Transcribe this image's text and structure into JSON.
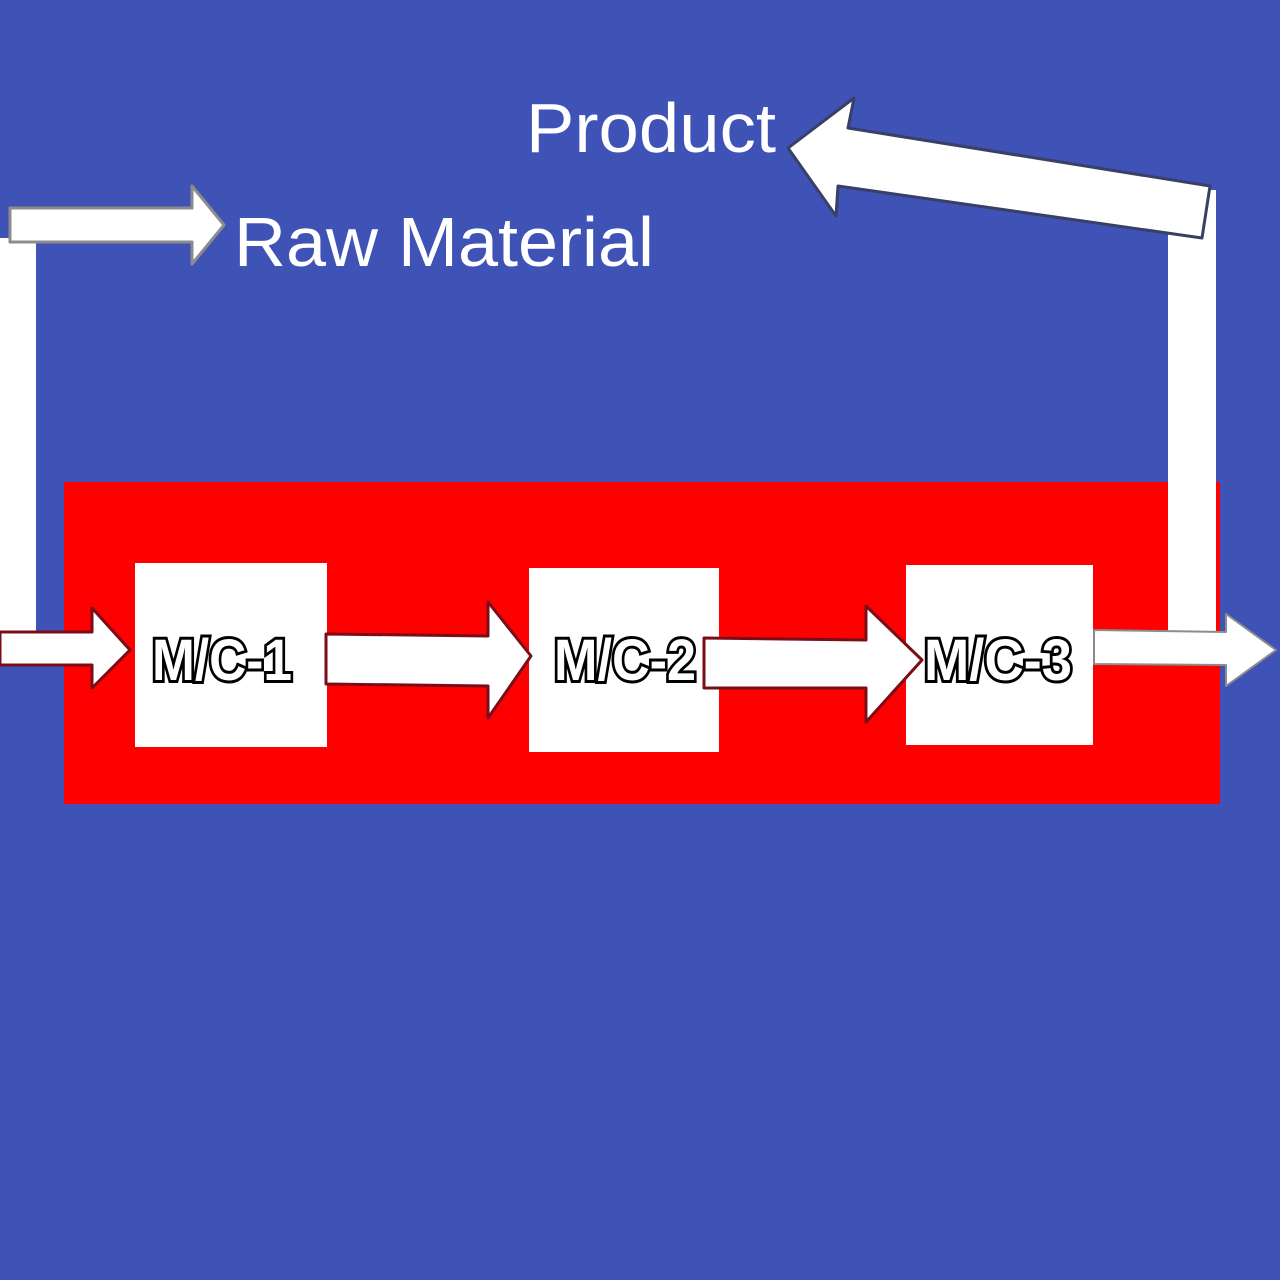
{
  "diagram": {
    "labels": {
      "raw_material": "Raw Material",
      "product": "Product"
    },
    "machines": [
      {
        "id": "mc1",
        "label": "M/C-1"
      },
      {
        "id": "mc2",
        "label": "M/C-2"
      },
      {
        "id": "mc3",
        "label": "M/C-3"
      }
    ],
    "colors": {
      "background": "#3f52b5",
      "cell": "#ff0000",
      "machine_box": "#ffffff",
      "arrow_fill": "#ffffff",
      "arrow_edge_dark": "#7a0d18",
      "arrow_edge_gray": "#8c8c8c"
    }
  }
}
